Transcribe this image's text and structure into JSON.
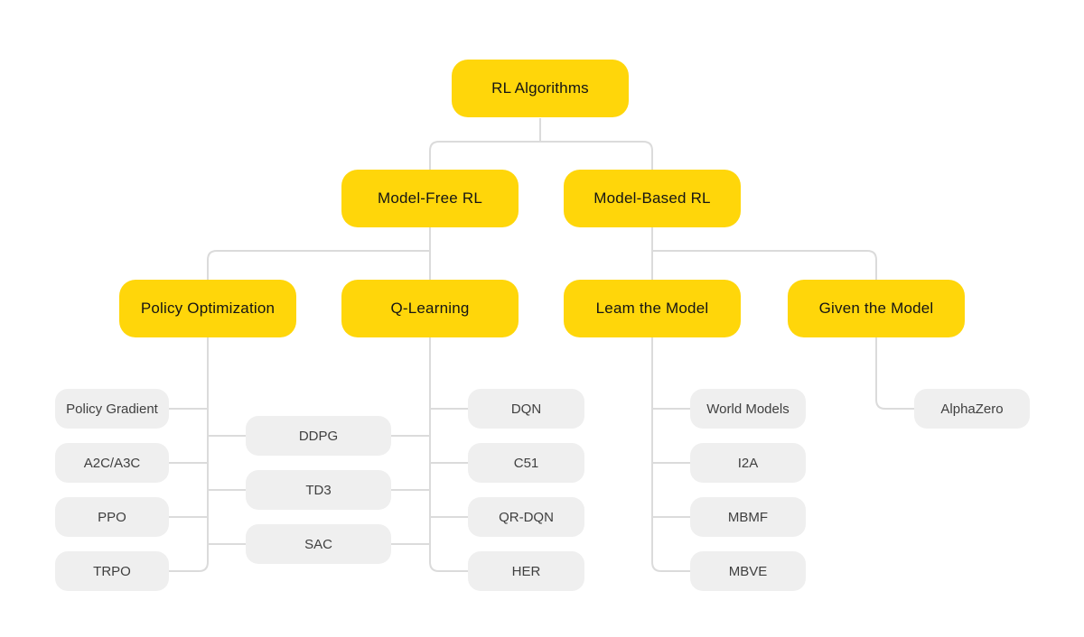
{
  "diagram": {
    "colors": {
      "node_yellow": "#ffd60a",
      "node_gray": "#efefef",
      "connector_gray": "#dbdbdb"
    },
    "nodes": {
      "root": {
        "label": "RL Algorithms"
      },
      "model_free": {
        "label": "Model-Free RL"
      },
      "model_based": {
        "label": "Model-Based RL"
      },
      "policy_optimization": {
        "label": "Policy Optimization"
      },
      "q_learning": {
        "label": "Q-Learning"
      },
      "learn_the_model": {
        "label": "Leam the Model"
      },
      "given_the_model": {
        "label": "Given the Model"
      },
      "policy_gradient": {
        "label": "Policy Gradient"
      },
      "a2c_a3c": {
        "label": "A2C/A3C"
      },
      "ppo": {
        "label": "PPO"
      },
      "trpo": {
        "label": "TRPO"
      },
      "ddpg": {
        "label": "DDPG"
      },
      "td3": {
        "label": "TD3"
      },
      "sac": {
        "label": "SAC"
      },
      "dqn": {
        "label": "DQN"
      },
      "c51": {
        "label": "C51"
      },
      "qr_dqn": {
        "label": "QR-DQN"
      },
      "her": {
        "label": "HER"
      },
      "world_models": {
        "label": "World Models"
      },
      "i2a": {
        "label": "I2A"
      },
      "mbmf": {
        "label": "MBMF"
      },
      "mbve": {
        "label": "MBVE"
      },
      "alphazero": {
        "label": "AlphaZero"
      }
    }
  }
}
